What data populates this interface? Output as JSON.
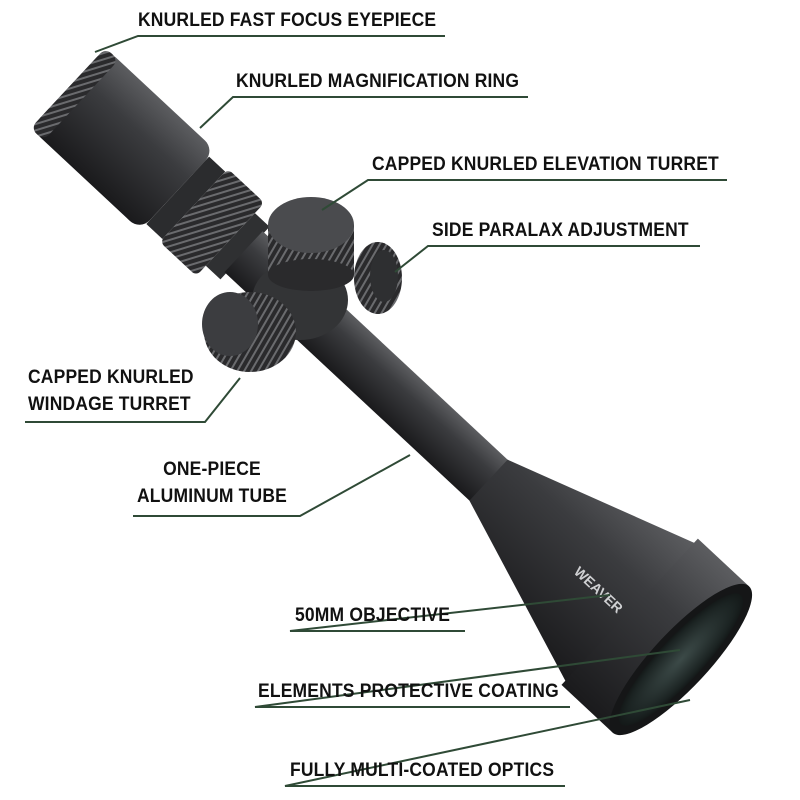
{
  "brand": "WEAVER",
  "labels": {
    "eyepiece": "KNURLED FAST FOCUS EYEPIECE",
    "magnification": "KNURLED MAGNIFICATION RING",
    "elevation": "CAPPED KNURLED ELEVATION TURRET",
    "parallax": "SIDE PARALAX ADJUSTMENT",
    "windage_1": "CAPPED KNURLED",
    "windage_2": "WINDAGE TURRET",
    "tube_1": "ONE-PIECE",
    "tube_2": "ALUMINUM TUBE",
    "objective": "50MM OBJECTIVE",
    "coating": "ELEMENTS PROTECTIVE COATING",
    "optics": "FULLY MULTI-COATED OPTICS"
  },
  "colors": {
    "leader": "#2f4a36",
    "body": "#3a3b3d",
    "text": "#111111"
  }
}
